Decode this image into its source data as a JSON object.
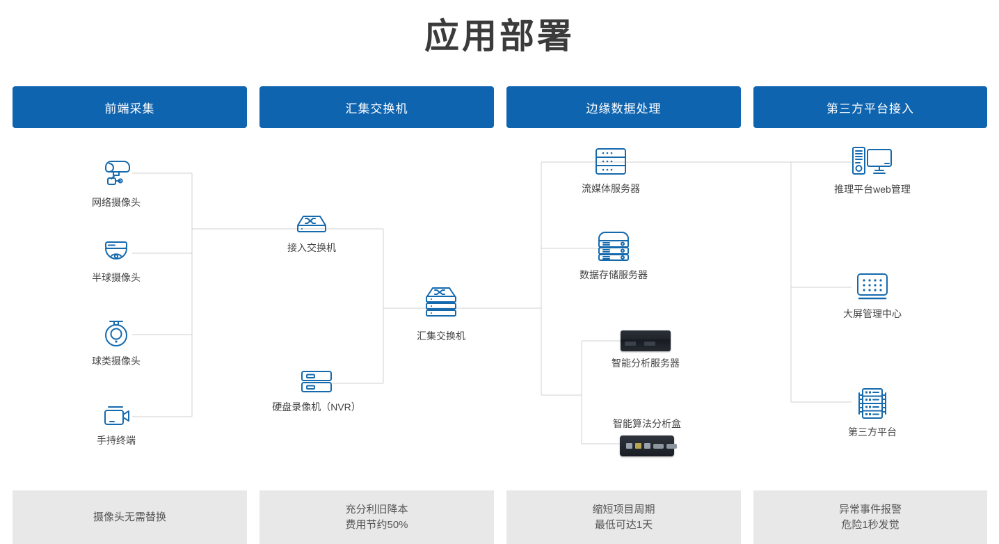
{
  "page": {
    "title": "应用部署",
    "accent_color": "#0f64b0",
    "icon_color": "#1569ad",
    "benefit_bg": "#e8e8e8",
    "wire_color": "#d0d0d0"
  },
  "columns": [
    {
      "header": "前端采集"
    },
    {
      "header": "汇集交换机"
    },
    {
      "header": "边缘数据处理"
    },
    {
      "header": "第三方平台接入"
    }
  ],
  "nodes": {
    "ip_camera": {
      "label": "网络摄像头",
      "icon": "bullet-camera-icon"
    },
    "dome_camera": {
      "label": "半球摄像头",
      "icon": "dome-camera-icon"
    },
    "ptz_camera": {
      "label": "球类摄像头",
      "icon": "ptz-camera-icon"
    },
    "handheld": {
      "label": "手持终端",
      "icon": "camcorder-icon"
    },
    "access_switch": {
      "label": "接入交换机",
      "icon": "switch-icon"
    },
    "nvr": {
      "label": "硬盘录像机（NVR）",
      "icon": "nvr-icon"
    },
    "agg_switch": {
      "label": "汇集交换机",
      "icon": "stacked-switch-icon"
    },
    "stream_server": {
      "label": "流媒体服务器",
      "icon": "rack-server-icon"
    },
    "storage_server": {
      "label": "数据存储服务器",
      "icon": "storage-server-icon"
    },
    "analysis_server": {
      "label": "智能分析服务器",
      "icon": "dark-rack-server-icon"
    },
    "algo_box": {
      "label": "智能算法分析盒",
      "icon": "dark-edge-box-icon"
    },
    "web_platform": {
      "label": "推理平台web管理",
      "icon": "desktop-pc-icon"
    },
    "video_wall": {
      "label": "大屏管理中心",
      "icon": "video-wall-icon"
    },
    "third_party": {
      "label": "第三方平台",
      "icon": "server-rack-icon"
    }
  },
  "benefits": [
    {
      "line1": "摄像头无需替换",
      "line2": ""
    },
    {
      "line1": "充分利旧降本",
      "line2": "费用节约50%"
    },
    {
      "line1": "缩短项目周期",
      "line2": "最低可达1天"
    },
    {
      "line1": "异常事件报警",
      "line2": "危险1秒发觉"
    }
  ]
}
